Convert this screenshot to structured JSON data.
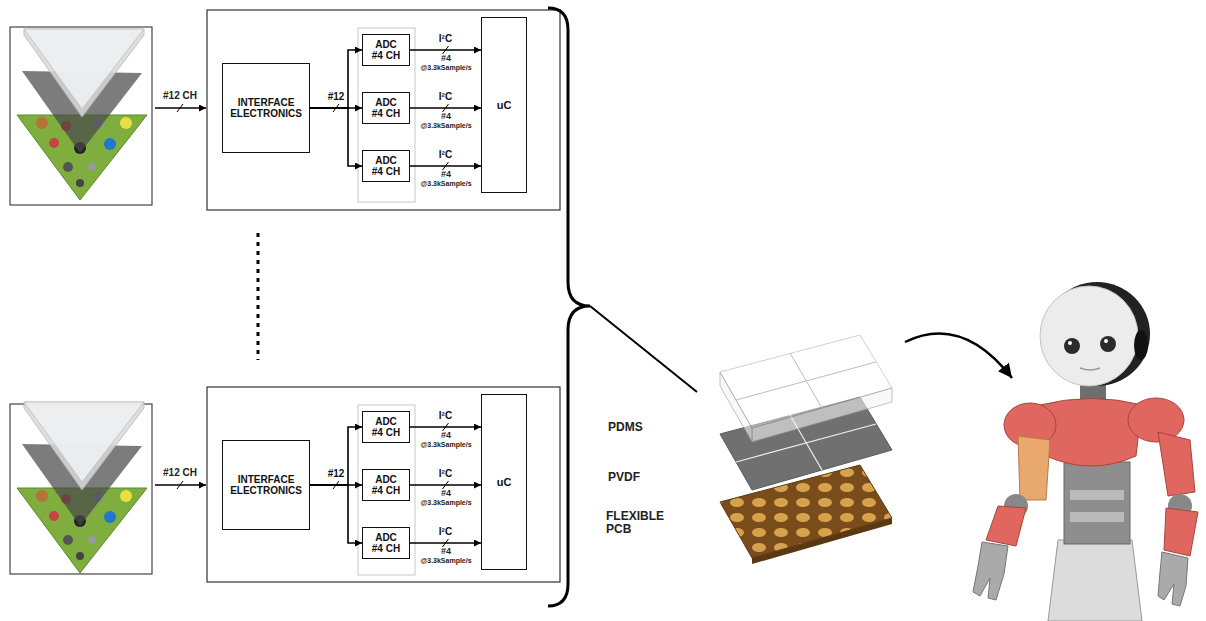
{
  "diagram": {
    "nodes": [
      {
        "text": [
          "INTERFACE ELECTRONICS"
        ]
      },
      {
        "text": [
          "ADC #4 CH"
        ]
      },
      {
        "text": [
          "ADC #4 CH"
        ]
      },
      {
        "text": [
          "ADC #4 CH"
        ]
      },
      {
        "text": [
          "uC"
        ]
      },
      {
        "text": [
          "INTERFACE ELECTRONICS"
        ]
      },
      {
        "text": [
          "ADC #4 CH"
        ]
      },
      {
        "text": [
          "ADC #4 CH"
        ]
      },
      {
        "text": [
          "ADC #4 CH"
        ]
      },
      {
        "text": [
          "uC"
        ]
      }
    ],
    "edges": [
      {
        "from": 0,
        "to": 1,
        "arrow": "to"
      },
      {
        "from": 0,
        "to": 2,
        "label": "#12",
        "arrow": "to"
      },
      {
        "from": 0,
        "to": 3,
        "arrow": "to"
      },
      {
        "from": 1,
        "to": 4,
        "label": "I²C",
        "arrow": "to"
      },
      {
        "from": 2,
        "to": 4,
        "label": "I²C",
        "arrow": "to"
      },
      {
        "from": 3,
        "to": 4,
        "label": "I²C",
        "arrow": "to"
      },
      {
        "from": 5,
        "to": 6,
        "arrow": "to"
      },
      {
        "from": 5,
        "to": 7,
        "label": "#12",
        "arrow": "to"
      },
      {
        "from": 5,
        "to": 8,
        "arrow": "to"
      },
      {
        "from": 6,
        "to": 9,
        "label": "I²C",
        "arrow": "to"
      },
      {
        "from": 7,
        "to": 9,
        "label": "I²C",
        "arrow": "to"
      },
      {
        "from": 8,
        "to": 9,
        "label": "I²C",
        "arrow": "to"
      }
    ],
    "labels": [
      "#12 CH",
      "#4",
      "@3.3kSample/s",
      "#4",
      "@3.3kSample/s",
      "#4",
      "@3.3kSample/s",
      "#12 CH",
      "#4",
      "@3.3kSample/s",
      "#4",
      "@3.3kSample/s",
      "#4",
      "@3.3kSample/s",
      "PDMS",
      "PVDF",
      "FLEXIBLE PCB"
    ]
  }
}
